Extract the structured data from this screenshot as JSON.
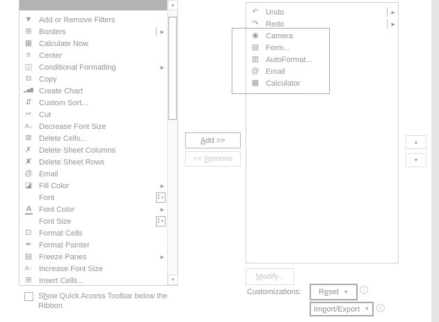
{
  "colors": {
    "text": "#939393",
    "disabled_text": "#c9c9c9",
    "panel_border": "#cfcfcf",
    "selected_row": "#b3b3b3",
    "dropdown_border": "#a8a8a8",
    "edge_strip": "#e4e4e4"
  },
  "icons": {
    "flyout": "▶",
    "combo_i": "I",
    "combo_arrow": "▼",
    "up": "▲",
    "down": "▼",
    "info": "i"
  },
  "left_panel": {
    "selected_blank_row": "",
    "scrollbar": {
      "up_icon": "▲",
      "down_icon": "▼"
    },
    "items": [
      {
        "label": "Add or Remove Filters",
        "icon": "filter-icon",
        "glyph": "▼",
        "marker": null
      },
      {
        "label": "Borders",
        "icon": "borders-icon",
        "glyph": "⊞",
        "marker": "flyout-split"
      },
      {
        "label": "Calculate Now",
        "icon": "calculator-icon",
        "glyph": "▦",
        "marker": null
      },
      {
        "label": "Center",
        "icon": "center-align-icon",
        "glyph": "≡",
        "marker": null
      },
      {
        "label": "Conditional Formatting",
        "icon": "conditional-formatting-icon",
        "glyph": "◫",
        "marker": "flyout"
      },
      {
        "label": "Copy",
        "icon": "copy-icon",
        "glyph": "⧉",
        "marker": null
      },
      {
        "label": "Create Chart",
        "icon": "bar-chart-icon",
        "glyph": "▂▅▇",
        "glyph_size": "xs",
        "marker": null
      },
      {
        "label": "Custom Sort...",
        "icon": "sort-icon",
        "glyph": "⇵",
        "marker": null
      },
      {
        "label": "Cut",
        "icon": "scissors-icon",
        "glyph": "✂",
        "marker": null
      },
      {
        "label": "Decrease Font Size",
        "icon": "decrease-font-icon",
        "glyph": "A↓",
        "glyph_size": "sm",
        "marker": null
      },
      {
        "label": "Delete Cells...",
        "icon": "delete-cells-icon",
        "glyph": "⊠",
        "marker": null
      },
      {
        "label": "Delete Sheet Columns",
        "icon": "delete-columns-icon",
        "glyph": "✗",
        "marker": null
      },
      {
        "label": "Delete Sheet Rows",
        "icon": "delete-rows-icon",
        "glyph": "✘",
        "marker": null
      },
      {
        "label": "Email",
        "icon": "email-icon",
        "glyph": "@",
        "marker": null
      },
      {
        "label": "Fill Color",
        "icon": "fill-color-icon",
        "glyph": "◪",
        "marker": "flyout"
      },
      {
        "label": "Font",
        "icon": null,
        "glyph": "",
        "marker": "combo"
      },
      {
        "label": "Font Color",
        "icon": "font-color-icon",
        "glyph": "A",
        "marker": "flyout"
      },
      {
        "label": "Font Size",
        "icon": null,
        "glyph": "",
        "marker": "combo"
      },
      {
        "label": "Format Cells",
        "icon": "format-cells-icon",
        "glyph": "⊡",
        "marker": null
      },
      {
        "label": "Format Painter",
        "icon": "format-painter-icon",
        "glyph": "✒",
        "marker": null
      },
      {
        "label": "Freeze Panes",
        "icon": "freeze-panes-icon",
        "glyph": "▤",
        "marker": "flyout"
      },
      {
        "label": "Increase Font Size",
        "icon": "increase-font-icon",
        "glyph": "A↑",
        "glyph_size": "sm",
        "marker": null
      },
      {
        "label": "Insert Cells...",
        "icon": "insert-cells-icon",
        "glyph": "⊞",
        "marker": null
      }
    ]
  },
  "transfer": {
    "add_button": {
      "pre": "",
      "key": "A",
      "post": "dd >>"
    },
    "remove_button": {
      "pre": "<< ",
      "key": "R",
      "post": "emove"
    }
  },
  "right_panel": {
    "items": [
      {
        "label": "Undo",
        "icon": "undo-icon",
        "glyph": "↶",
        "marker": "flyout-split"
      },
      {
        "label": "Redo",
        "icon": "redo-icon",
        "glyph": "↷",
        "marker": "flyout-split"
      },
      {
        "label": "Camera",
        "icon": "camera-icon",
        "glyph": "◉",
        "marker": null
      },
      {
        "label": "Form...",
        "icon": "form-icon",
        "glyph": "▤",
        "marker": null
      },
      {
        "label": "AutoFormat...",
        "icon": "autoformat-icon",
        "glyph": "▥",
        "marker": null
      },
      {
        "label": "Email",
        "icon": "email-icon",
        "glyph": "@",
        "marker": null
      },
      {
        "label": "Calculator",
        "icon": "calculator-icon",
        "glyph": "▩",
        "marker": null
      }
    ]
  },
  "reorder": {
    "up_icon": "▲",
    "down_icon": "▼"
  },
  "modify_button": {
    "pre": "",
    "key": "M",
    "post": "odify..."
  },
  "customizations": {
    "label": "Customizations:",
    "reset_button": {
      "pre": "R",
      "key": "e",
      "post": "set"
    },
    "import_export_button": {
      "pre": "Im",
      "key": "p",
      "post": "ort/Export"
    },
    "dropdown_icon": "▼",
    "info_icon": "i"
  },
  "qat_checkbox": {
    "checked": false,
    "label_pre": "S",
    "label_key": "h",
    "label_post": "ow Quick Access Toolbar below the",
    "label_line2": "Ribbon"
  }
}
